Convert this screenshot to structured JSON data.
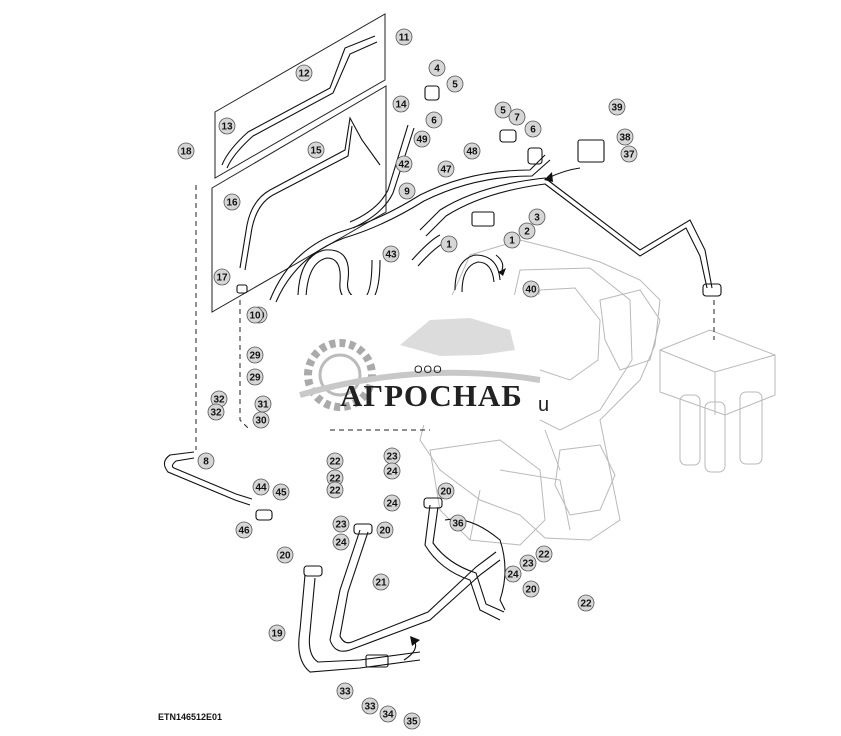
{
  "diagram": {
    "code": "ETN146512E01",
    "callouts": [
      {
        "n": "11"
      },
      {
        "n": "12"
      },
      {
        "n": "13"
      },
      {
        "n": "14"
      },
      {
        "n": "15"
      },
      {
        "n": "16"
      },
      {
        "n": "17"
      },
      {
        "n": "18"
      },
      {
        "n": "4"
      },
      {
        "n": "5"
      },
      {
        "n": "6"
      },
      {
        "n": "42"
      },
      {
        "n": "49"
      },
      {
        "n": "48"
      },
      {
        "n": "47"
      },
      {
        "n": "5"
      },
      {
        "n": "7"
      },
      {
        "n": "6"
      },
      {
        "n": "39"
      },
      {
        "n": "38"
      },
      {
        "n": "37"
      },
      {
        "n": "9"
      },
      {
        "n": "3"
      },
      {
        "n": "2"
      },
      {
        "n": "1"
      },
      {
        "n": "1"
      },
      {
        "n": "43"
      },
      {
        "n": "40"
      },
      {
        "n": "10"
      },
      {
        "n": "10"
      },
      {
        "n": "29"
      },
      {
        "n": "29"
      },
      {
        "n": "32"
      },
      {
        "n": "32"
      },
      {
        "n": "31"
      },
      {
        "n": "30"
      },
      {
        "n": "8"
      },
      {
        "n": "44"
      },
      {
        "n": "45"
      },
      {
        "n": "46"
      },
      {
        "n": "22"
      },
      {
        "n": "22"
      },
      {
        "n": "23"
      },
      {
        "n": "24"
      },
      {
        "n": "24"
      },
      {
        "n": "22"
      },
      {
        "n": "23"
      },
      {
        "n": "24"
      },
      {
        "n": "20"
      },
      {
        "n": "20"
      },
      {
        "n": "20"
      },
      {
        "n": "36"
      },
      {
        "n": "21"
      },
      {
        "n": "19"
      },
      {
        "n": "22"
      },
      {
        "n": "23"
      },
      {
        "n": "24"
      },
      {
        "n": "20"
      },
      {
        "n": "22"
      },
      {
        "n": "33"
      },
      {
        "n": "33"
      },
      {
        "n": "34"
      },
      {
        "n": "35"
      }
    ]
  },
  "watermark": {
    "company": "ООО",
    "brand": "АГРОСНАБ",
    "domain": "u"
  }
}
